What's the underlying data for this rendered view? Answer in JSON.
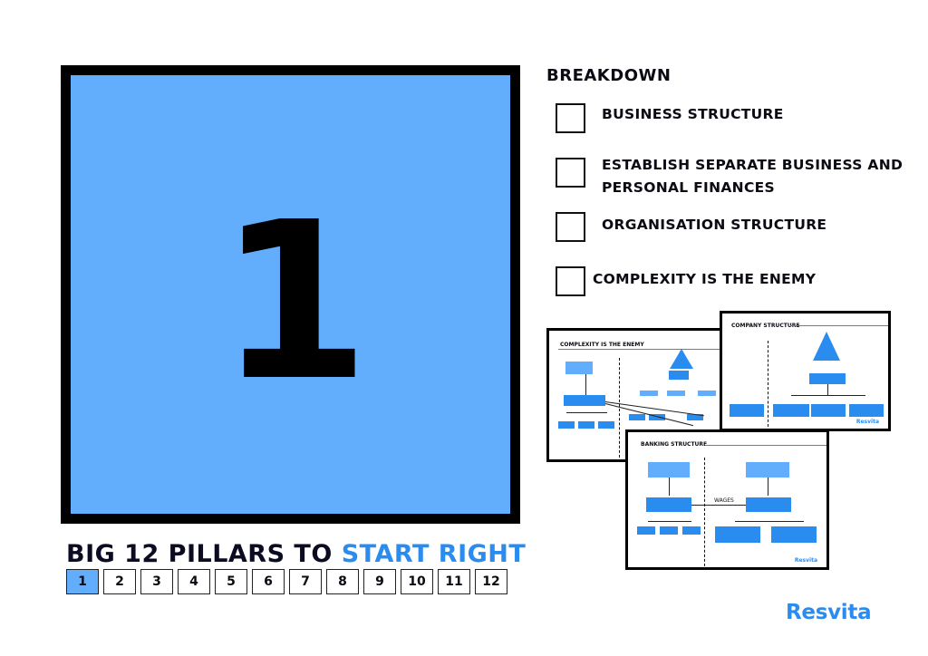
{
  "hero": {
    "number": "1"
  },
  "pillars": {
    "title_part1": "BIG 12 PILLARS TO ",
    "title_part2": "START RIGHT",
    "numbers": [
      "1",
      "2",
      "3",
      "4",
      "5",
      "6",
      "7",
      "8",
      "9",
      "10",
      "11",
      "12"
    ],
    "active": "1",
    "active_color": "#62adfc"
  },
  "breakdown": {
    "title": "BREAKDOWN",
    "items": [
      {
        "label_line1": "BUSINESS STRUCTURE",
        "label_line2": ""
      },
      {
        "label_line1": "ESTABLISH SEPARATE BUSINESS AND",
        "label_line2": "PERSONAL FINANCES"
      },
      {
        "label_line1": "ORGANISATION STRUCTURE",
        "label_line2": ""
      },
      {
        "label_line1": "COMPLEXITY IS THE ENEMY",
        "label_line2": ""
      }
    ]
  },
  "thumbnails": {
    "complexity": {
      "title": "COMPLEXITY IS THE ENEMY"
    },
    "company": {
      "title": "COMPANY STRUCTURE",
      "logo": "Resvita"
    },
    "banking": {
      "title": "BANKING STRUCTURE",
      "wages": "WAGES",
      "logo": "Resvita"
    }
  },
  "brand": {
    "logo": "Resvita",
    "color": "#2b8cf0"
  }
}
